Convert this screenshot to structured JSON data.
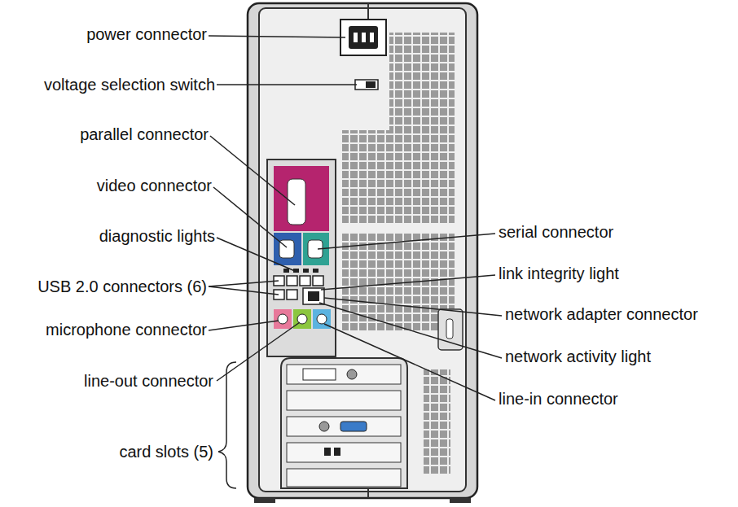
{
  "diagram": {
    "labels": [
      "power connector",
      "voltage selection switch",
      "parallel connector",
      "video connector",
      "diagnostic lights",
      "serial connector",
      "USB 2.0 connectors (6)",
      "link integrity light",
      "microphone connector",
      "network adapter connector",
      "network activity light",
      "line-out connector",
      "line-in connector",
      "card slots (5)"
    ]
  }
}
